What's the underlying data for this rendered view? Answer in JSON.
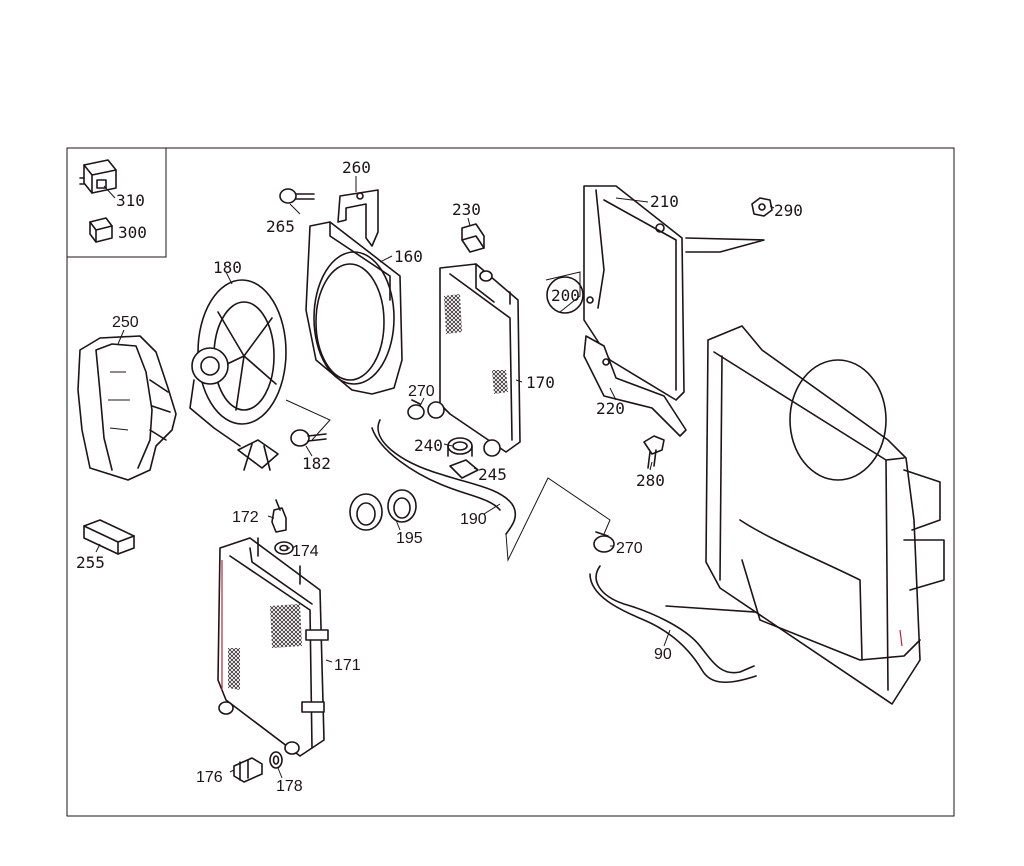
{
  "diagram": {
    "colors": {
      "ink": "#1e1418",
      "accent": "#b4283c",
      "background": "#ffffff"
    },
    "callouts": [
      {
        "id": "c310",
        "text": "310"
      },
      {
        "id": "c300",
        "text": "300"
      },
      {
        "id": "c260",
        "text": "260"
      },
      {
        "id": "c265",
        "text": "265"
      },
      {
        "id": "c230",
        "text": "230"
      },
      {
        "id": "c210",
        "text": "210"
      },
      {
        "id": "c290",
        "text": "290"
      },
      {
        "id": "c180",
        "text": "180"
      },
      {
        "id": "c160",
        "text": "160"
      },
      {
        "id": "c200",
        "text": "200"
      },
      {
        "id": "c250",
        "text": "250"
      },
      {
        "id": "c270a",
        "text": "270"
      },
      {
        "id": "c170",
        "text": "170"
      },
      {
        "id": "c220",
        "text": "220"
      },
      {
        "id": "c240",
        "text": "240"
      },
      {
        "id": "c245",
        "text": "245"
      },
      {
        "id": "c182",
        "text": "182"
      },
      {
        "id": "c280",
        "text": "280"
      },
      {
        "id": "c190",
        "text": "190"
      },
      {
        "id": "c172",
        "text": "172"
      },
      {
        "id": "c174",
        "text": "174"
      },
      {
        "id": "c195",
        "text": "195"
      },
      {
        "id": "c270b",
        "text": "270"
      },
      {
        "id": "c255",
        "text": "255"
      },
      {
        "id": "c90",
        "text": "90"
      },
      {
        "id": "c171",
        "text": "171"
      },
      {
        "id": "c176",
        "text": "176"
      },
      {
        "id": "c178",
        "text": "178"
      }
    ]
  }
}
